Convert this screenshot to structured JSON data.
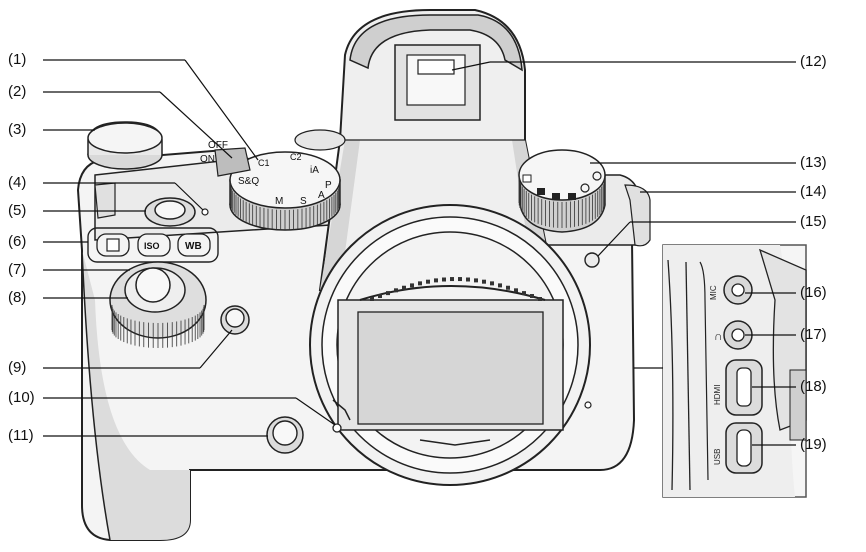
{
  "callouts": {
    "c1": "(1)",
    "c2": "(2)",
    "c3": "(3)",
    "c4": "(4)",
    "c5": "(5)",
    "c6": "(6)",
    "c7": "(7)",
    "c8": "(8)",
    "c9": "(9)",
    "c10": "(10)",
    "c11": "(11)",
    "c12": "(12)",
    "c13": "(13)",
    "c14": "(14)",
    "c15": "(15)",
    "c16": "(16)",
    "c17": "(17)",
    "c18": "(18)",
    "c19": "(19)"
  },
  "camera_labels": {
    "power_off": "OFF",
    "power_on": "ON",
    "mode_sq": "S&Q",
    "mode_m": "M",
    "mode_s": "S",
    "mode_a": "A",
    "mode_p": "P",
    "mode_ia": "iA",
    "mode_c1": "C1",
    "mode_c2": "C2",
    "button_iso": "ISO",
    "button_wb": "WB",
    "port_mic": "MIC",
    "port_hdmi": "HDMI",
    "port_usb": "USB"
  }
}
